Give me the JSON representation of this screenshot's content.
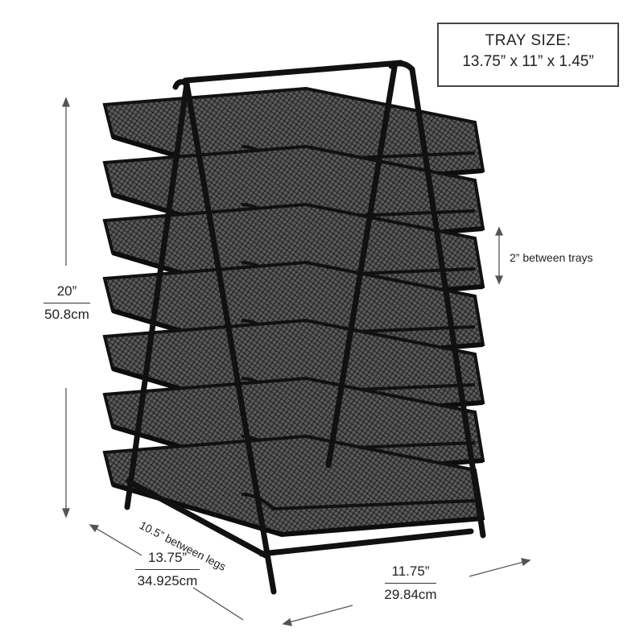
{
  "tray_size": {
    "title": "TRAY SIZE:",
    "dimensions": "13.75” x 11” x 1.45”"
  },
  "height": {
    "inches": "20”",
    "cm": "50.8cm"
  },
  "spacing_label": "2” between trays",
  "legs_label": "10.5” between legs",
  "depth": {
    "inches": "13.75”",
    "cm": "34.925cm"
  },
  "width": {
    "inches": "11.75”",
    "cm": "29.84cm"
  },
  "colors": {
    "product": "#111111",
    "mesh": "#2a2a2a",
    "text": "#222222",
    "dimension_lines": "#555555"
  }
}
